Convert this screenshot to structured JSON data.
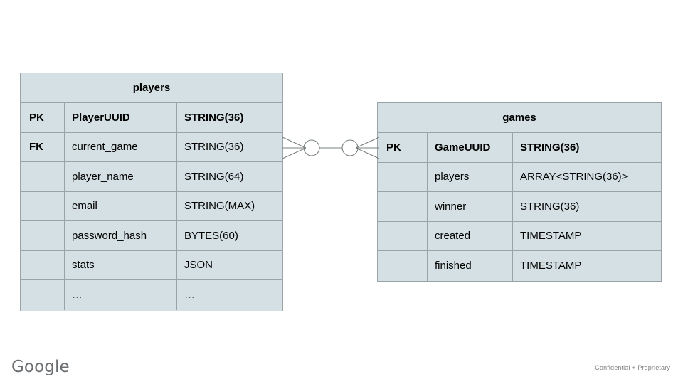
{
  "diagram": {
    "type": "entity-relationship-diagram",
    "notation": "crow's-foot",
    "entities": [
      {
        "id": "players",
        "title": "players",
        "columns": [
          "key",
          "name",
          "type"
        ],
        "rows": [
          {
            "key": "PK",
            "name": "PlayerUUID",
            "type": "STRING(36)",
            "emphasis": "bold"
          },
          {
            "key": "FK",
            "name": "current_game",
            "type": "STRING(36)",
            "emphasis": "normal"
          },
          {
            "key": "",
            "name": "player_name",
            "type": "STRING(64)",
            "emphasis": "normal"
          },
          {
            "key": "",
            "name": "email",
            "type": "STRING(MAX)",
            "emphasis": "normal"
          },
          {
            "key": "",
            "name": "password_hash",
            "type": "BYTES(60)",
            "emphasis": "normal"
          },
          {
            "key": "",
            "name": "stats",
            "type": "JSON",
            "emphasis": "normal"
          },
          {
            "key": "",
            "name": "…",
            "type": "…",
            "emphasis": "ellipsis"
          }
        ]
      },
      {
        "id": "games",
        "title": "games",
        "columns": [
          "key",
          "name",
          "type"
        ],
        "rows": [
          {
            "key": "PK",
            "name": "GameUUID",
            "type": "STRING(36)",
            "emphasis": "bold"
          },
          {
            "key": "",
            "name": "players",
            "type": "ARRAY<STRING(36)>",
            "emphasis": "normal"
          },
          {
            "key": "",
            "name": "winner",
            "type": "STRING(36)",
            "emphasis": "normal"
          },
          {
            "key": "",
            "name": "created",
            "type": "TIMESTAMP",
            "emphasis": "normal"
          },
          {
            "key": "",
            "name": "finished",
            "type": "TIMESTAMP",
            "emphasis": "normal"
          }
        ]
      }
    ],
    "relationship": {
      "from": "players",
      "to": "games",
      "left_cardinality": "zero-or-many",
      "right_cardinality": "zero-or-many",
      "line_color": "#78807f"
    }
  },
  "footer": {
    "logo_text": "Google",
    "note": "Confidential + Proprietary"
  },
  "colors": {
    "entity_fill": "#d4e0e3",
    "entity_border": "#9aa3a5",
    "connector": "#78807f",
    "text": "#000000",
    "footer_text": "#7c8184",
    "background": "#ffffff"
  }
}
